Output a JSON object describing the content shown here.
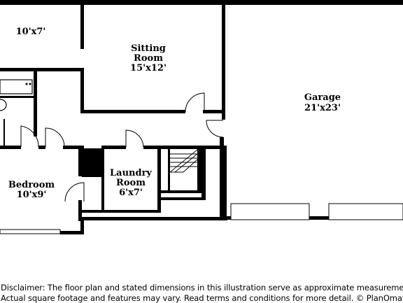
{
  "rooms": {
    "top_left": {
      "dims": "10'x7'"
    },
    "sitting": {
      "name_line1": "Sitting",
      "name_line2": "Room",
      "dims": "15'x12'"
    },
    "garage": {
      "name": "Garage",
      "dims": "21'x23'"
    },
    "bedroom": {
      "name": "Bedroom",
      "dims": "10'x9'"
    },
    "laundry": {
      "name_line1": "Laundry",
      "name_line2": "Room",
      "dims": "6'x7'"
    }
  },
  "disclaimer": {
    "line1": "Disclaimer: The floor plan and stated dimensions in this illustration serve as approximate measurements.",
    "line2": "Actual square footage and features may vary. Read terms and conditions for more detail. © PlanOmatic"
  },
  "colors": {
    "wall": "#000000",
    "background": "#ffffff"
  }
}
